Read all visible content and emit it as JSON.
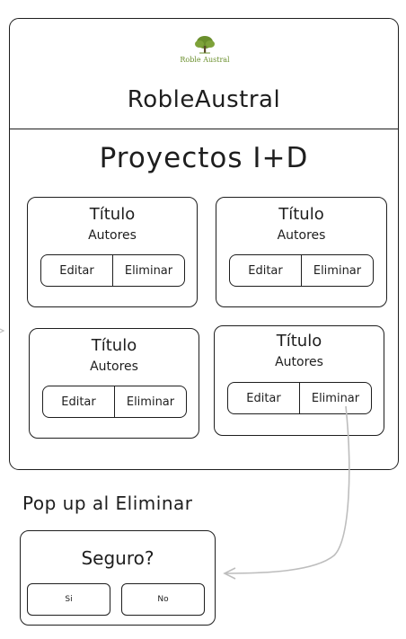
{
  "logo": {
    "text": "Roble Austral"
  },
  "header": {
    "brand": "RobleAustral"
  },
  "main": {
    "heading": "Proyectos I+D",
    "cards": [
      {
        "title": "Título",
        "authors": "Autores",
        "edit_label": "Editar",
        "delete_label": "Eliminar"
      },
      {
        "title": "Título",
        "authors": "Autores",
        "edit_label": "Editar",
        "delete_label": "Eliminar"
      },
      {
        "title": "Título",
        "authors": "Autores",
        "edit_label": "Editar",
        "delete_label": "Eliminar"
      },
      {
        "title": "Título",
        "authors": "Autores",
        "edit_label": "Editar",
        "delete_label": "Eliminar"
      }
    ]
  },
  "popup": {
    "annotation": "Pop up al Eliminar",
    "question": "Seguro?",
    "yes_label": "Si",
    "no_label": "No"
  },
  "colors": {
    "stroke": "#1e1e1e",
    "arrow": "#bdbdbd",
    "logo": "#6a8f2c"
  }
}
